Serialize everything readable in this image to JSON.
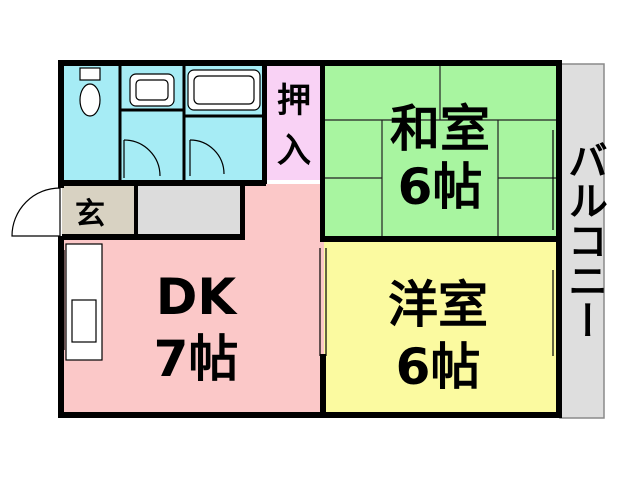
{
  "rooms": {
    "washitsu": {
      "name": "和室",
      "size": "6帖",
      "color": "#a8f5a0"
    },
    "youshitsu": {
      "name": "洋室",
      "size": "6帖",
      "color": "#fbfaa0"
    },
    "dk": {
      "name": "DK",
      "size": "7帖",
      "color": "#fbc8c8"
    },
    "oshiire": {
      "text_top": "押",
      "text_bottom": "入",
      "color": "#f9d2f5"
    },
    "genkan": {
      "text": "玄",
      "color": "#d8d2c2"
    },
    "wet": {
      "color": "#a6ecf5"
    },
    "balcony": {
      "text": "バルコニー",
      "color": "#dedede"
    },
    "shoe_box": {
      "color": "#dcdcdc"
    }
  },
  "colors": {
    "wall": "#000000",
    "background": "#ffffff"
  }
}
